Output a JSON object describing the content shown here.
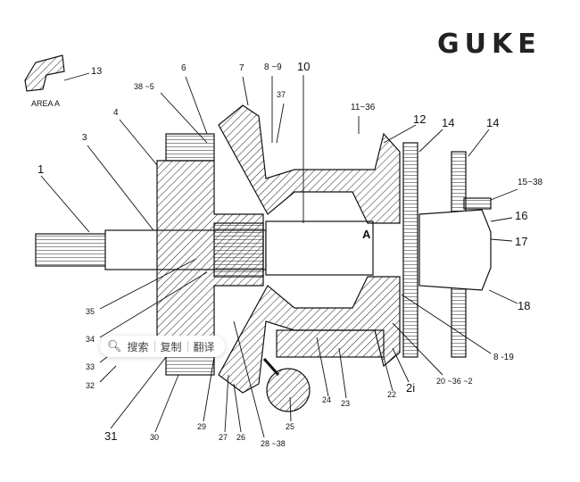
{
  "logo": "GUKE",
  "area_label": "AREA A",
  "labels": [
    "13",
    "6",
    "7",
    "8 ~9",
    "10",
    "38 ~5",
    "37",
    "4",
    "3",
    "11~36",
    "12",
    "14",
    "14",
    "15~38",
    "1",
    "16",
    "A",
    "17",
    "18",
    "35",
    "34",
    "33",
    "32",
    "8 -19",
    "20 ~36 ~2",
    "2i",
    "22",
    "24",
    "23",
    "25",
    "29",
    "31",
    "30",
    "27",
    "26",
    "28 ~38"
  ],
  "popup": {
    "search": "搜索",
    "copy": "复制",
    "translate": "翻译"
  }
}
